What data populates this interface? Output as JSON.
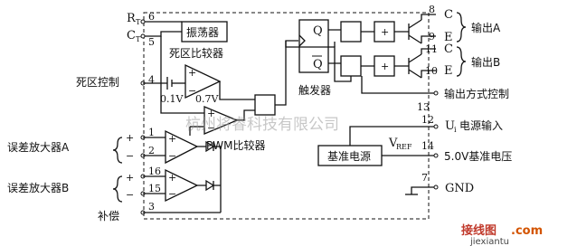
{
  "pins": {
    "rt": "R",
    "rt_sub": "T",
    "rt_num": "6",
    "ct": "C",
    "ct_sub": "T",
    "ct_num": "5",
    "deadtime_num": "4",
    "e1_plus": "1",
    "e1_minus": "2",
    "e2_plus": "16",
    "e2_minus": "15",
    "comp_num": "3",
    "c1": "8",
    "e1": "9",
    "c2": "11",
    "e2": "10",
    "out_ctrl": "13",
    "vcc": "12",
    "vref": "14",
    "gnd": "7"
  },
  "labels": {
    "oscillator": "振荡器",
    "deadtime_comp": "死区比较器",
    "deadtime_ctrl": "死区控制",
    "offset_v": "0.1V",
    "offset_v2": "0.7V",
    "pwm_comp": "PWM比较器",
    "err_amp_a": "误差放大器A",
    "err_amp_b": "误差放大器B",
    "compensation": "补偿",
    "flipflop": "触发器",
    "q": "Q",
    "qbar": "Q",
    "ref_block": "基准电源",
    "vref_label": "V",
    "vref_sub": "REF",
    "out_a": "输出A",
    "out_b": "输出B",
    "c_letter": "C",
    "e_letter": "E",
    "out_mode": "输出方式控制",
    "vcc_label": "U",
    "vcc_sub": "i",
    "vcc_text": "电源输入",
    "vref_out": "5.0V基准电压",
    "gnd": "GND",
    "plus": "+",
    "minus": "−"
  },
  "watermark": {
    "center": "杭州将睿科技有限公司",
    "logo_cn": "接线图",
    "logo_com": ".com",
    "logo_site": "jiexiantu"
  }
}
